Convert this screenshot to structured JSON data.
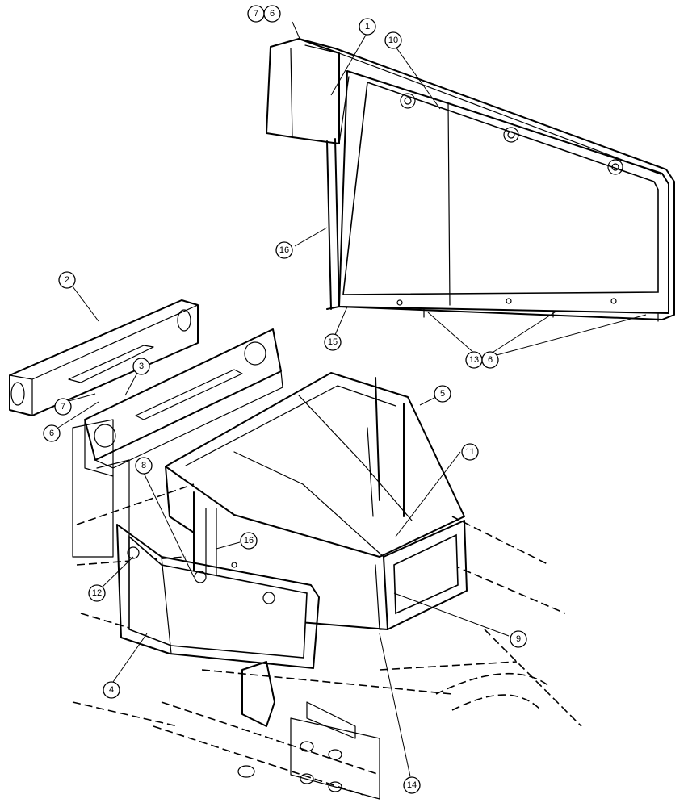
{
  "callouts": {
    "c1": "1",
    "c2": "2",
    "c3": "3",
    "c4": "4",
    "c5": "5",
    "c6a": "6",
    "c6b": "6",
    "c6c": "6",
    "c7a": "7",
    "c7b": "7",
    "c8": "8",
    "c9": "9",
    "c10": "10",
    "c11": "11",
    "c12": "12",
    "c13": "13",
    "c14": "14",
    "c15": "15",
    "c16a": "16",
    "c16b": "16"
  }
}
